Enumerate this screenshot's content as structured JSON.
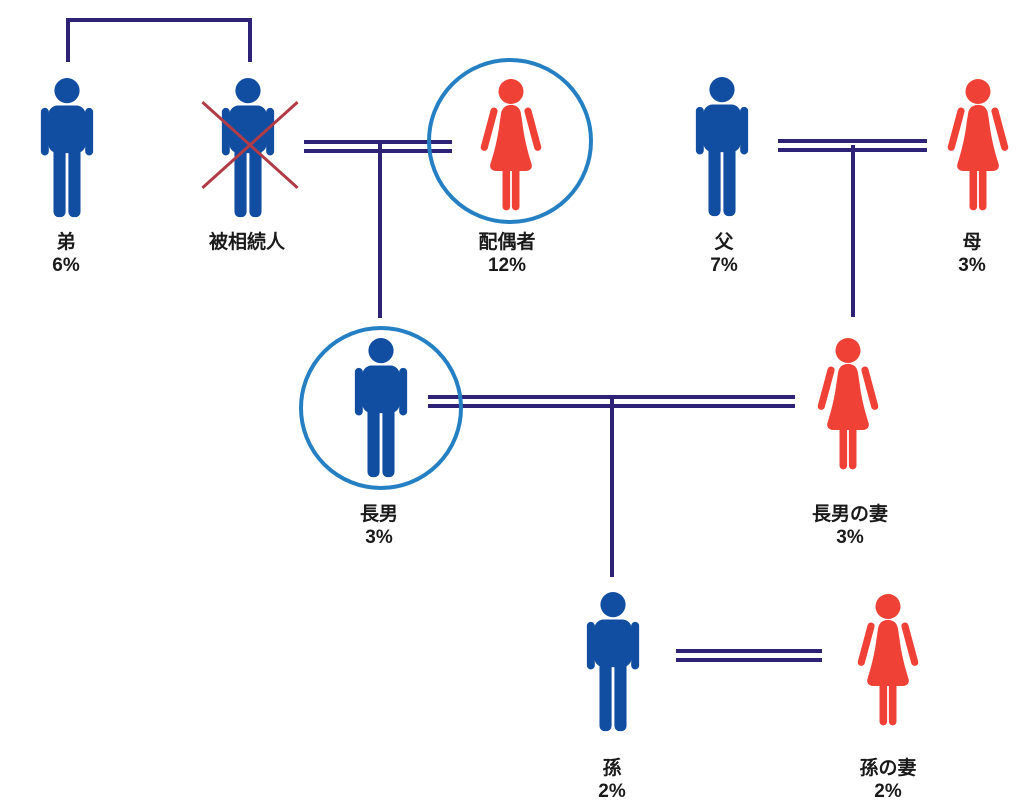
{
  "diagram_title": "",
  "colors": {
    "background": "#FFFFFF",
    "male_icon": "#114EA2",
    "female_icon": "#EF4136",
    "connector_line": "#2E2276",
    "highlight_circle": "#2580C3",
    "deceased_cross": "#B13B46",
    "label_text": "#1A1A1A"
  },
  "persons": [
    {
      "id": "younger-brother",
      "label": "弟",
      "percent": "6%",
      "gender": "male",
      "deceased": false,
      "circled": false
    },
    {
      "id": "decedent",
      "label": "被相続人",
      "percent": "",
      "gender": "male",
      "deceased": true,
      "circled": false
    },
    {
      "id": "spouse",
      "label": "配偶者",
      "percent": "12%",
      "gender": "female",
      "deceased": false,
      "circled": true
    },
    {
      "id": "father",
      "label": "父",
      "percent": "7%",
      "gender": "male",
      "deceased": false,
      "circled": false
    },
    {
      "id": "mother",
      "label": "母",
      "percent": "3%",
      "gender": "female",
      "deceased": false,
      "circled": false
    },
    {
      "id": "eldest-son",
      "label": "長男",
      "percent": "3%",
      "gender": "male",
      "deceased": false,
      "circled": true
    },
    {
      "id": "eldest-sons-wife",
      "label": "長男の妻",
      "percent": "3%",
      "gender": "female",
      "deceased": false,
      "circled": false
    },
    {
      "id": "grandson",
      "label": "孫",
      "percent": "2%",
      "gender": "male",
      "deceased": false,
      "circled": false
    },
    {
      "id": "grandsons-wife",
      "label": "孫の妻",
      "percent": "2%",
      "gender": "female",
      "deceased": false,
      "circled": false
    }
  ],
  "connections": [
    {
      "type": "sibling-bracket",
      "between": [
        "弟",
        "被相続人"
      ]
    },
    {
      "type": "marriage",
      "between": [
        "被相続人",
        "配偶者"
      ]
    },
    {
      "type": "marriage",
      "between": [
        "父",
        "母"
      ]
    },
    {
      "type": "marriage",
      "between": [
        "長男",
        "長男の妻"
      ]
    },
    {
      "type": "marriage",
      "between": [
        "孫",
        "孫の妻"
      ]
    },
    {
      "type": "parent-child",
      "between": [
        "被相続人・配偶者",
        "長男"
      ]
    },
    {
      "type": "parent-child",
      "between": [
        "父・母",
        "長男の妻"
      ]
    },
    {
      "type": "parent-child",
      "between": [
        "長男・長男の妻",
        "孫"
      ]
    }
  ]
}
